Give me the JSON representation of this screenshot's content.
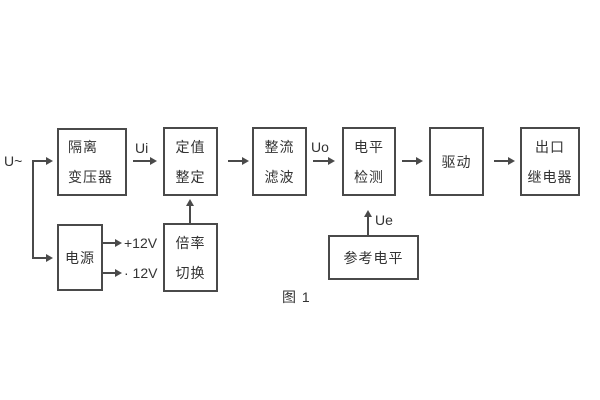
{
  "figure": {
    "caption": "图 1"
  },
  "signals": {
    "input": "U~",
    "ui": "Ui",
    "uo": "Uo",
    "ue": "Ue",
    "plus_12v": "+12V",
    "minus_12v": "· 12V"
  },
  "blocks": {
    "isolation_transformer": {
      "line1": "隔离",
      "line2": "变压器"
    },
    "setting_adjust": {
      "line1": "定值",
      "line2": "整定"
    },
    "rectifier_filter": {
      "line1": "整流",
      "line2": "滤波"
    },
    "level_detect": {
      "line1": "电平",
      "line2": "检测"
    },
    "drive": {
      "label": "驱动"
    },
    "output_relay": {
      "line1": "出口",
      "line2": "继电器"
    },
    "power_supply": {
      "label": "电源"
    },
    "ratio_switch": {
      "line1": "倍率",
      "line2": "切换"
    },
    "reference_level": {
      "label": "参考电平"
    }
  },
  "colors": {
    "background": "#ffffff",
    "line": "#4a4a4a",
    "text": "#333333"
  }
}
